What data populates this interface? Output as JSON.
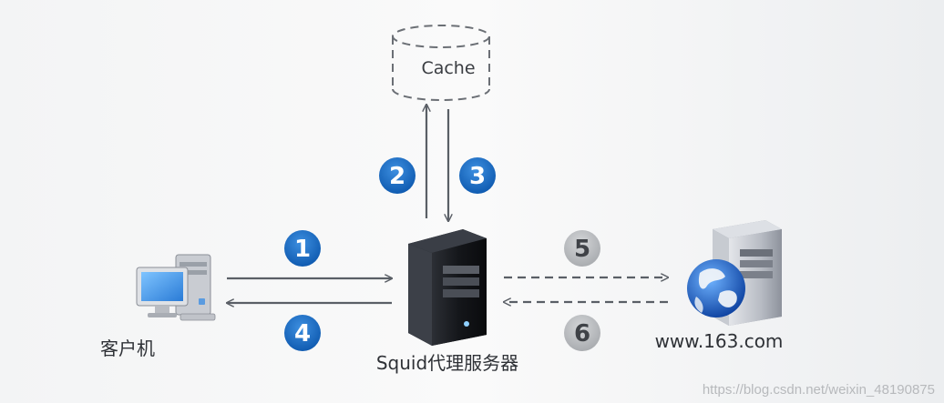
{
  "nodes": {
    "cache": {
      "label": "Cache"
    },
    "client": {
      "label": "客户机"
    },
    "proxy": {
      "label": "Squid代理服务器"
    },
    "web": {
      "label": "www.163.com"
    }
  },
  "steps": [
    {
      "num": "1",
      "from": "client",
      "to": "proxy",
      "style": "solid"
    },
    {
      "num": "2",
      "from": "proxy",
      "to": "cache",
      "style": "solid"
    },
    {
      "num": "3",
      "from": "cache",
      "to": "proxy",
      "style": "solid"
    },
    {
      "num": "4",
      "from": "proxy",
      "to": "client",
      "style": "solid"
    },
    {
      "num": "5",
      "from": "proxy",
      "to": "web",
      "style": "dashed"
    },
    {
      "num": "6",
      "from": "web",
      "to": "proxy",
      "style": "dashed"
    }
  ],
  "colors": {
    "background": "#eff0f2",
    "arrow": "#5a5f66",
    "badge_active": "#1567c0",
    "badge_inactive": "#b9bbbe"
  },
  "watermark": "https://blog.csdn.net/weixin_48190875"
}
